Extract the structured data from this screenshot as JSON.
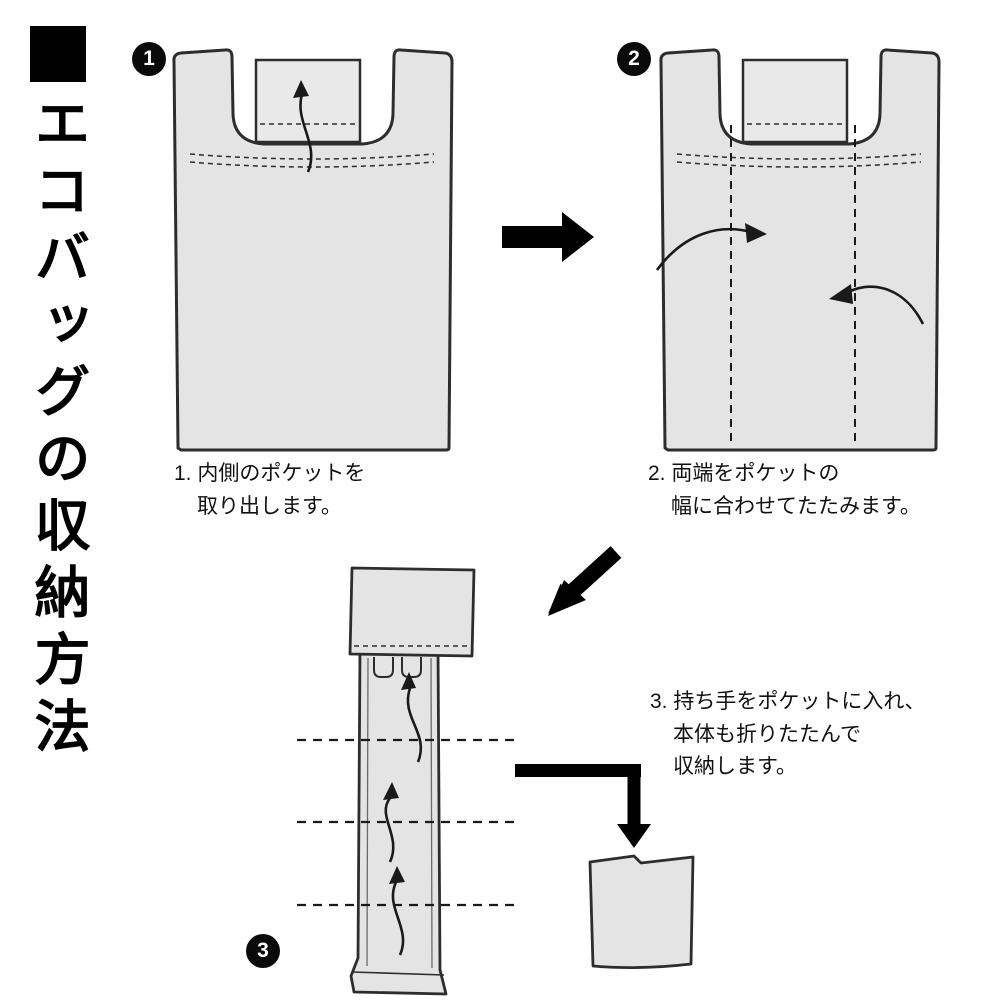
{
  "title": {
    "text": "エコバッグの収納方法"
  },
  "steps": [
    {
      "number": "1",
      "caption": [
        "1. 内側のポケットを",
        "取り出します。"
      ]
    },
    {
      "number": "2",
      "caption": [
        "2. 両端をポケットの",
        "幅に合わせてたたみます。"
      ]
    },
    {
      "number": "3",
      "caption": [
        "3. 持ち手をポケットに入れ、",
        "本体も折りたたんで",
        "収納します。"
      ]
    }
  ],
  "colors": {
    "bag_fill": "#e4e4e4",
    "pocket_fill": "#e9e9e9",
    "outline": "#2d2d2d",
    "arrow_black": "#000000",
    "text": "#111111"
  }
}
